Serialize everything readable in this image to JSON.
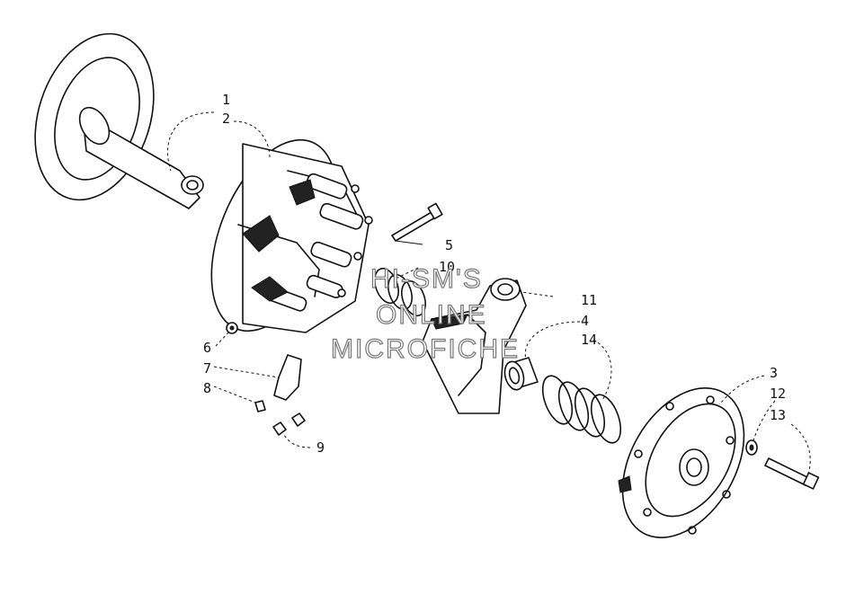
{
  "callouts": [
    {
      "id": "1",
      "text": "1"
    },
    {
      "id": "2",
      "text": "2"
    },
    {
      "id": "3",
      "text": "3"
    },
    {
      "id": "4",
      "text": "4"
    },
    {
      "id": "5",
      "text": "5"
    },
    {
      "id": "6",
      "text": "6"
    },
    {
      "id": "7",
      "text": "7"
    },
    {
      "id": "8",
      "text": "8"
    },
    {
      "id": "9",
      "text": "9"
    },
    {
      "id": "10",
      "text": "10"
    },
    {
      "id": "11",
      "text": "11"
    },
    {
      "id": "12",
      "text": "12"
    },
    {
      "id": "13",
      "text": "13"
    },
    {
      "id": "14",
      "text": "14"
    }
  ],
  "watermark": {
    "line1": "HI-SM'S",
    "line2": "ONLINE",
    "line3": "MICROFICHE"
  },
  "colors": {
    "ink": "#111111",
    "paper": "#ffffff",
    "watermark_outline": "#777777"
  }
}
